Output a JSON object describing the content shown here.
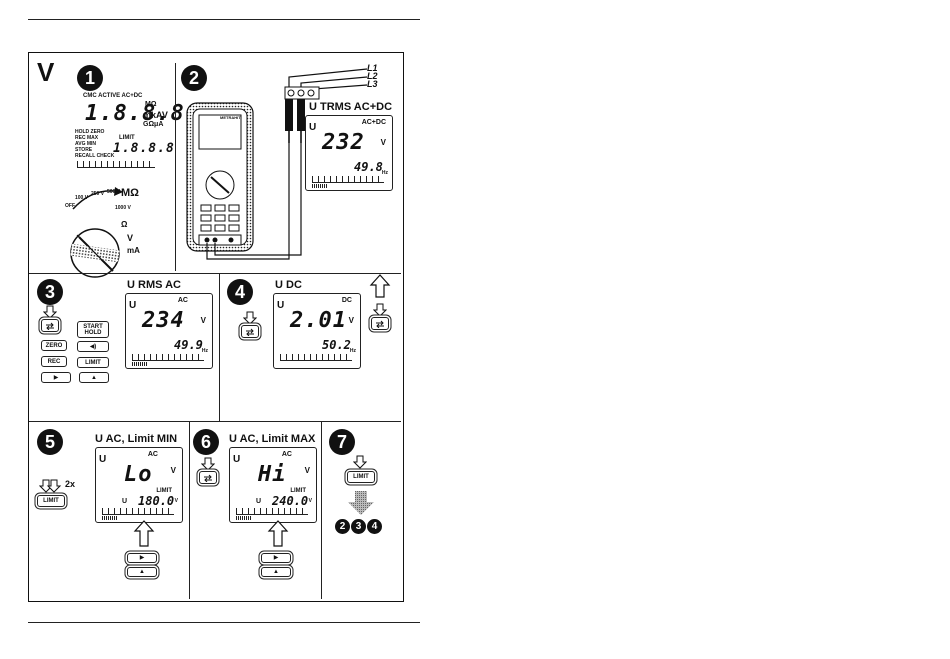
{
  "section_letter": "V",
  "steps": [
    "1",
    "2",
    "3",
    "4",
    "5",
    "6",
    "7"
  ],
  "step1": {
    "lcd_left_icons": "CMC ACTIVE AC+DC",
    "lcd_main": "1.8.8.8",
    "lcd_units_top": "MΩ",
    "lcd_units_mid": "mkAV",
    "lcd_units_low": "GΩμA",
    "lcd_hold": "HOLD ZERO",
    "lcd_rec": "REC MAX",
    "lcd_avg": "AVG MIN",
    "lcd_store": "STORE",
    "lcd_recall": "RECALL CHECK",
    "lcd_limit": "LIMIT",
    "lcd_secondary": "1.8.8.8",
    "dial_off": "OFF",
    "dial_100": "100 V",
    "dial_250": "250 V",
    "dial_500": "500 V",
    "dial_mohm": "MΩ",
    "dial_1000": "1000 V",
    "dial_ohm": "Ω",
    "dial_v": "V",
    "dial_ma": "mA"
  },
  "step2": {
    "title": "U TRMS AC+DC",
    "lcd_tag": "AC+DC",
    "lcd_symbol": "U",
    "lcd_main": "232",
    "lcd_unit": "V",
    "lcd_secondary": "49.8",
    "lcd_sec_unit": "Hz",
    "lead_l1": "L1",
    "lead_l2": "L2",
    "lead_l3": "L3",
    "meter_brand": "METRAHIT"
  },
  "step3": {
    "title": "U RMS AC",
    "lcd_tag": "AC",
    "lcd_symbol": "U",
    "lcd_main": "234",
    "lcd_unit": "V",
    "lcd_secondary": "49.9",
    "lcd_sec_unit": "Hz",
    "key_start": "START",
    "key_hold": "HOLD",
    "key_zero": "ZERO",
    "key_rec": "REC",
    "key_limit": "LIMIT"
  },
  "step4": {
    "title": "U DC",
    "lcd_tag": "DC",
    "lcd_symbol": "U",
    "lcd_main": "2.01",
    "lcd_unit": "V",
    "lcd_secondary": "50.2",
    "lcd_sec_unit": "Hz"
  },
  "step5": {
    "title": "U AC, Limit MIN",
    "press_count": "2x",
    "key_limit": "LIMIT",
    "lcd_tag": "AC",
    "lcd_symbol": "U",
    "lcd_main": "Lo",
    "lcd_unit": "V",
    "lcd_limit": "LIMIT",
    "lcd_sec_symbol": "U",
    "lcd_secondary": "180.0",
    "lcd_sec_unit": "V"
  },
  "step6": {
    "title": "U AC, Limit MAX",
    "lcd_tag": "AC",
    "lcd_symbol": "U",
    "lcd_main": "Hi",
    "lcd_unit": "V",
    "lcd_limit": "LIMIT",
    "lcd_sec_symbol": "U",
    "lcd_secondary": "240.0",
    "lcd_sec_unit": "V"
  },
  "step7": {
    "key_limit": "LIMIT",
    "return_steps": [
      "2",
      "3",
      "4"
    ]
  },
  "colors": {
    "ink": "#111111",
    "paper": "#ffffff",
    "hatch": "#888888"
  }
}
